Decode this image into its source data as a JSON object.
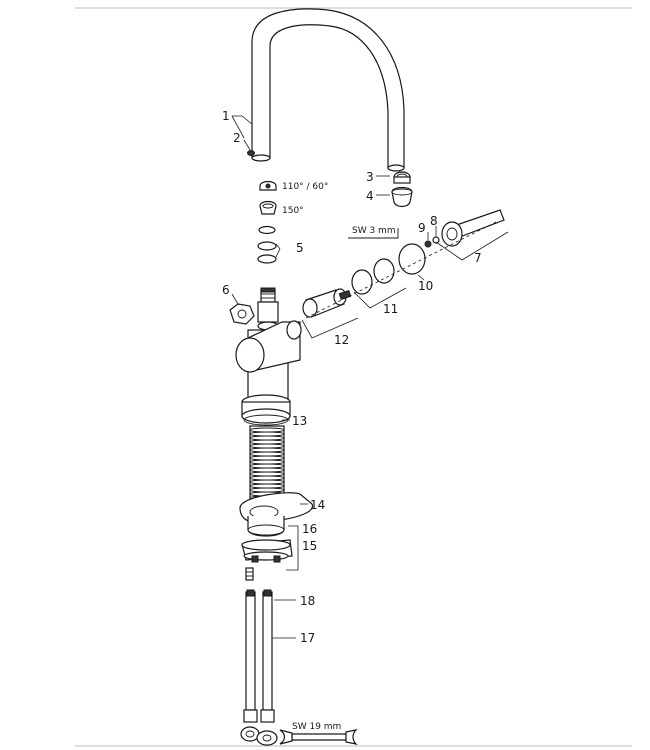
{
  "diagram": {
    "labels": {
      "p1": "1",
      "p2": "2",
      "p3": "3",
      "p4": "4",
      "p5": "5",
      "p6": "6",
      "p7": "7",
      "p8": "8",
      "p9": "9",
      "p10": "10",
      "p11": "11",
      "p12": "12",
      "p13": "13",
      "p14": "14",
      "p15": "15",
      "p16": "16",
      "p17": "17",
      "p18": "18"
    },
    "notes": {
      "angle_a": "110° / 60°",
      "angle_b": "150°",
      "wrench_small": "SW 3 mm",
      "wrench_large": "SW 19 mm"
    },
    "colors": {
      "line": "#1a1a1a",
      "fill": "#ffffff",
      "dark": "#333333"
    }
  }
}
